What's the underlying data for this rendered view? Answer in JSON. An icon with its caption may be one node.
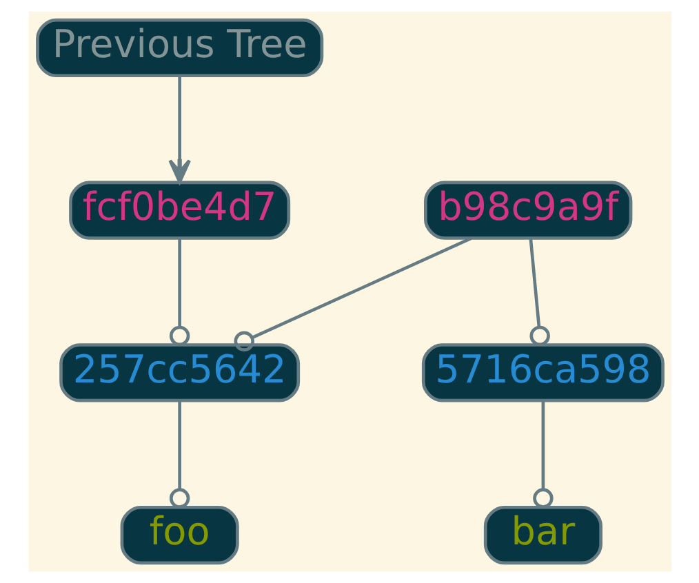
{
  "diagram": {
    "nodes": [
      {
        "text": [
          "Previous Tree"
        ]
      },
      {
        "text": [
          "fcf0be4d7"
        ]
      },
      {
        "text": [
          "b98c9a9f"
        ]
      },
      {
        "text": [
          "257cc5642"
        ]
      },
      {
        "text": [
          "5716ca598"
        ]
      },
      {
        "text": [
          "foo"
        ]
      },
      {
        "text": [
          "bar"
        ]
      }
    ],
    "edges": [
      {
        "from": 0,
        "to": 1,
        "arrow": "to"
      },
      {
        "from": 1,
        "to": 3,
        "arrow": "other"
      },
      {
        "from": 2,
        "to": 3,
        "arrow": "other"
      },
      {
        "from": 2,
        "to": 4,
        "arrow": "other"
      },
      {
        "from": 3,
        "to": 5,
        "arrow": "other"
      },
      {
        "from": 4,
        "to": 6,
        "arrow": "other"
      }
    ]
  }
}
